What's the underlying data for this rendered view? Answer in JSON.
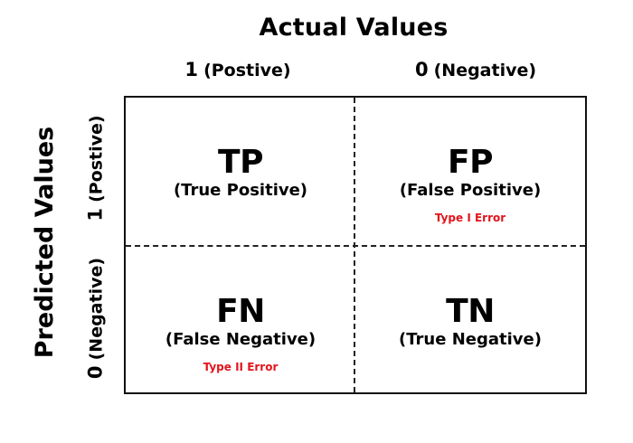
{
  "diagram": {
    "title_top": "Actual Values",
    "title_left": "Predicted Values",
    "columns": [
      {
        "num": "1",
        "label": "(Postive)"
      },
      {
        "num": "0",
        "label": "(Negative)"
      }
    ],
    "rows": [
      {
        "num": "1",
        "label": "(Postive)"
      },
      {
        "num": "0",
        "label": "(Negative)"
      }
    ],
    "cells": [
      {
        "abbr": "TP",
        "full": "(True Positive)",
        "error": ""
      },
      {
        "abbr": "FP",
        "full": "(False Positive)",
        "error": "Type I Error"
      },
      {
        "abbr": "FN",
        "full": "(False Negative)",
        "error": "Type II Error"
      },
      {
        "abbr": "TN",
        "full": "(True Negative)",
        "error": ""
      }
    ],
    "colors": {
      "text": "#000000",
      "error": "#e3141c",
      "border": "#111111",
      "background": "#ffffff"
    }
  }
}
